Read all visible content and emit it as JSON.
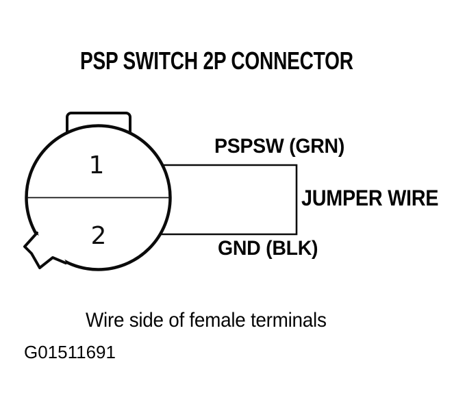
{
  "colors": {
    "ink": "#0a0a0a",
    "paper": "#ffffff"
  },
  "diagram": {
    "title": "PSP SWITCH 2P CONNECTOR",
    "connector": {
      "pin_top": "1",
      "pin_bottom": "2",
      "top_wire_label": "PSPSW (GRN)",
      "bottom_wire_label": "GND (BLK)",
      "jumper_label": "JUMPER WIRE"
    },
    "caption": "Wire side of female terminals",
    "figure_id": "G01511691"
  }
}
